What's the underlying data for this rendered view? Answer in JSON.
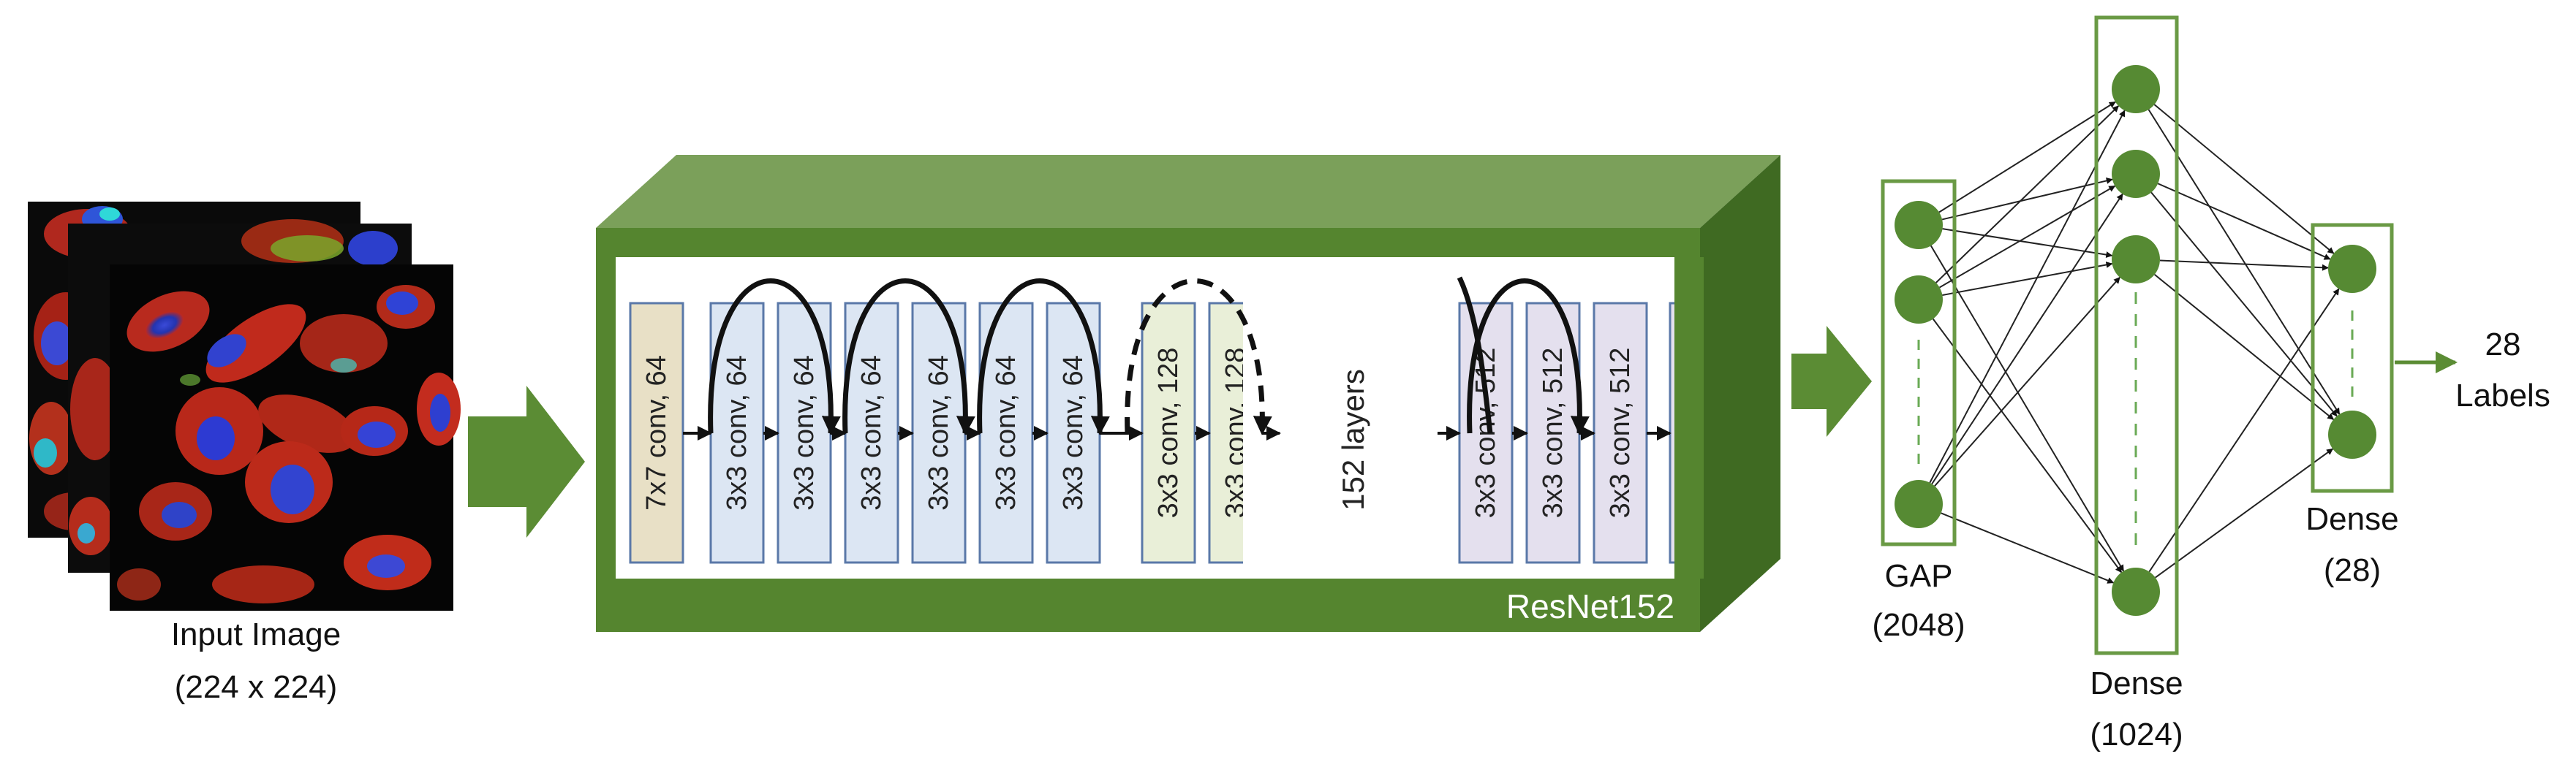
{
  "colors": {
    "green_front": "#55852f",
    "green_top": "#7ba05a",
    "green_side": "#3f6a22",
    "node": "#568a33",
    "node_border": "#6a9a45",
    "arrow": "#5b8c34",
    "layer_blue": "#dce6f3",
    "layer_beige": "#e8e0c6",
    "layer_yellow": "#e9efd8",
    "layer_purple": "#e4e0ee",
    "layer_border": "#5a78a8"
  },
  "input": {
    "caption_line1": "Input Image",
    "caption_line2": "(224 x 224)"
  },
  "resnet": {
    "label": "ResNet152",
    "middle_text": "152 layers",
    "layers": [
      {
        "label": "7x7 conv, 64",
        "style": "beige"
      },
      {
        "label": "3x3 conv, 64",
        "style": "blue"
      },
      {
        "label": "3x3 conv, 64",
        "style": "blue"
      },
      {
        "label": "3x3 conv, 64",
        "style": "blue"
      },
      {
        "label": "3x3 conv, 64",
        "style": "blue"
      },
      {
        "label": "3x3 conv, 64",
        "style": "blue"
      },
      {
        "label": "3x3 conv, 64",
        "style": "blue"
      },
      {
        "label": "3x3 conv, 128",
        "style": "yellow"
      },
      {
        "label": "3x3 conv, 128",
        "style": "yellow"
      },
      {
        "label": "3x3 conv, 512",
        "style": "purple"
      },
      {
        "label": "3x3 conv, 512",
        "style": "purple"
      },
      {
        "label": "3x3 conv, 512",
        "style": "purple"
      }
    ]
  },
  "gap": {
    "caption_line1": "GAP",
    "caption_line2": "(2048)"
  },
  "dense1": {
    "caption_line1": "Dense",
    "caption_line2": "(1024)"
  },
  "dense2": {
    "caption_line1": "Dense",
    "caption_line2": "(28)"
  },
  "output": {
    "line1": "28",
    "line2": "Labels"
  }
}
